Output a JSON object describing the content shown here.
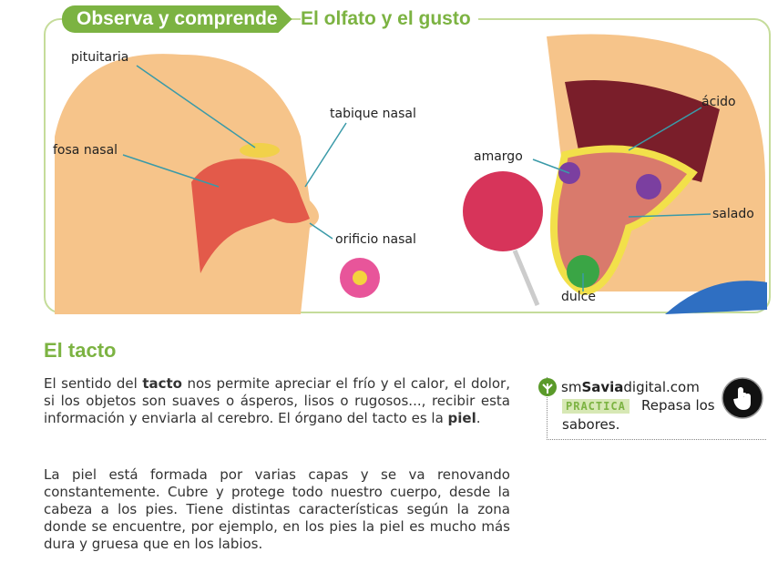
{
  "header": {
    "tag": "Observa y comprende",
    "title": "El olfato y el gusto"
  },
  "illustration": {
    "nose_labels": [
      "pituitaria",
      "tabique nasal",
      "fosa nasal",
      "orificio nasal"
    ],
    "tongue_labels": [
      "ácido",
      "amargo",
      "salado",
      "dulce"
    ]
  },
  "section": {
    "title": "El tacto",
    "p1_a": "El sentido del ",
    "p1_b": "tacto",
    "p1_c": " nos permite apreciar el frío y el calor, el dolor, si los objetos son suaves o ásperos, lisos o rugosos..., recibir esta información y enviarla al cerebro. El órgano del tacto es la ",
    "p1_d": "piel",
    "p1_e": ".",
    "p2": "La piel está formada por varias capas y se va renovando constantemente. Cubre y protege todo nuestro cuerpo, desde la cabeza a los pies. Tiene distintas características según la zona donde se encuentre, por ejemplo, en los pies la piel es mucho más dura y gruesa que en los labios."
  },
  "sidebar": {
    "brand_a": "sm",
    "brand_b": "Savia",
    "brand_c": "digital.com",
    "badge": "PRACTICA",
    "text_a": "Repasa los",
    "text_b": "sabores.",
    "icon": "hand-pointer-icon"
  },
  "colors": {
    "accent": "#7cb342",
    "frame": "#c5dc9a"
  }
}
